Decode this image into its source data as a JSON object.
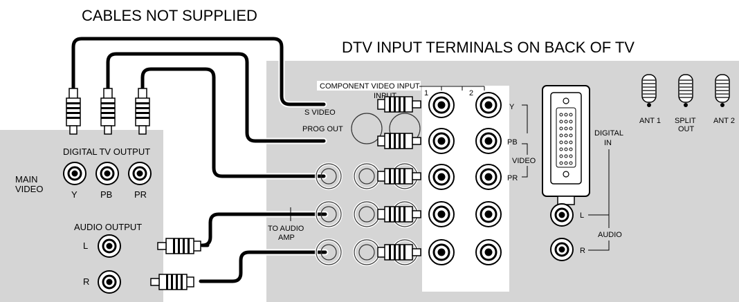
{
  "titles": {
    "cables_note": "CABLES NOT SUPPLIED",
    "dtv_heading": "DTV INPUT TERMINALS ON BACK OF TV"
  },
  "device": {
    "digital_tv_output": "DIGITAL TV OUTPUT",
    "main_video": [
      "MAIN",
      "VIDEO"
    ],
    "y": "Y",
    "pb": "PB",
    "pr": "PR",
    "audio_output": "AUDIO OUTPUT",
    "l": "L",
    "r": "R"
  },
  "tv": {
    "component_video_input": "COMPONENT VIDEO INPUT",
    "col1": "1",
    "col2": "2",
    "input": "INPUT",
    "s_video": "S VIDEO",
    "prog_out": "PROG OUT",
    "y": "Y",
    "pb": "PB",
    "pr": "PR",
    "video": "VIDEO",
    "to_audio_amp": [
      "TO AUDIO",
      "AMP"
    ],
    "digital_in": [
      "DIGITAL",
      "IN"
    ],
    "audio": "AUDIO",
    "l": "L",
    "r": "R",
    "ant1": "ANT 1",
    "split_out": [
      "SPLIT",
      "OUT"
    ],
    "ant2": "ANT 2"
  }
}
